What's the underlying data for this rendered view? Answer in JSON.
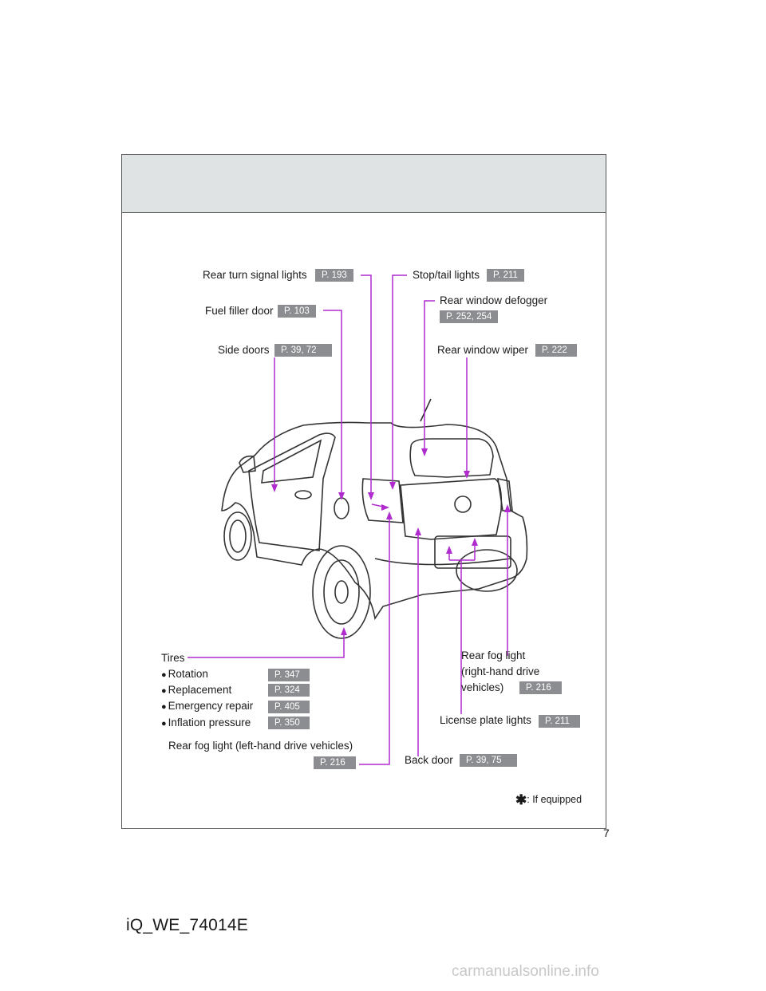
{
  "labels": {
    "rear_turn": {
      "text": "Rear turn signal lights",
      "page": "P. 193"
    },
    "stop_tail": {
      "text": "Stop/tail lights",
      "page": "P. 211"
    },
    "fuel_filler": {
      "text": "Fuel filler door",
      "page": "P. 103"
    },
    "rear_defogger": {
      "text": "Rear window defogger",
      "page": "P. 252, 254"
    },
    "side_doors": {
      "text": "Side doors",
      "page": "P. 39, 72"
    },
    "rear_wiper": {
      "text": "Rear window wiper",
      "page": "P. 222"
    },
    "tires": {
      "title": "Tires",
      "items": [
        {
          "text": "Rotation",
          "page": "P. 347"
        },
        {
          "text": "Replacement",
          "page": "P. 324"
        },
        {
          "text": "Emergency repair",
          "page": "P. 405"
        },
        {
          "text": "Inflation pressure",
          "page": "P. 350"
        }
      ]
    },
    "rear_fog_rhd": {
      "line1": "Rear fog light",
      "line2": "(right-hand drive",
      "line3": "vehicles)",
      "page": "P. 216"
    },
    "license": {
      "text": "License plate lights",
      "page": "P. 211"
    },
    "rear_fog_lhd": {
      "text": "Rear fog light (left-hand drive vehicles)",
      "page": "P. 216"
    },
    "back_door": {
      "text": "Back door",
      "page": "P. 39, 75"
    }
  },
  "footnote": ": If equipped",
  "page_number": "7",
  "footer_code": "iQ_WE_74014E",
  "watermark": "carmanualsonline.info",
  "colors": {
    "leader": "#b02ccf",
    "badge": "#8b8d90",
    "header_band": "#dfe3e4"
  }
}
